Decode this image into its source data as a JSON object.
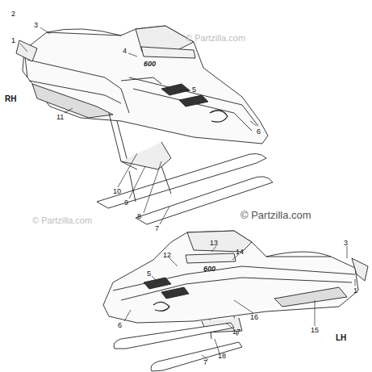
{
  "diagram": {
    "labels": [
      "2",
      "3",
      "1",
      "4",
      "5",
      "6",
      "RH",
      "11",
      "10",
      "9",
      "8",
      "7",
      "13",
      "14",
      "3",
      "12",
      "5",
      "1",
      "6",
      "15",
      "LH",
      "16",
      "17",
      "18",
      "7",
      "© Partzilla.com",
      "© Partzilla.com",
      "© Partzilla.com",
      "600",
      "600"
    ]
  }
}
